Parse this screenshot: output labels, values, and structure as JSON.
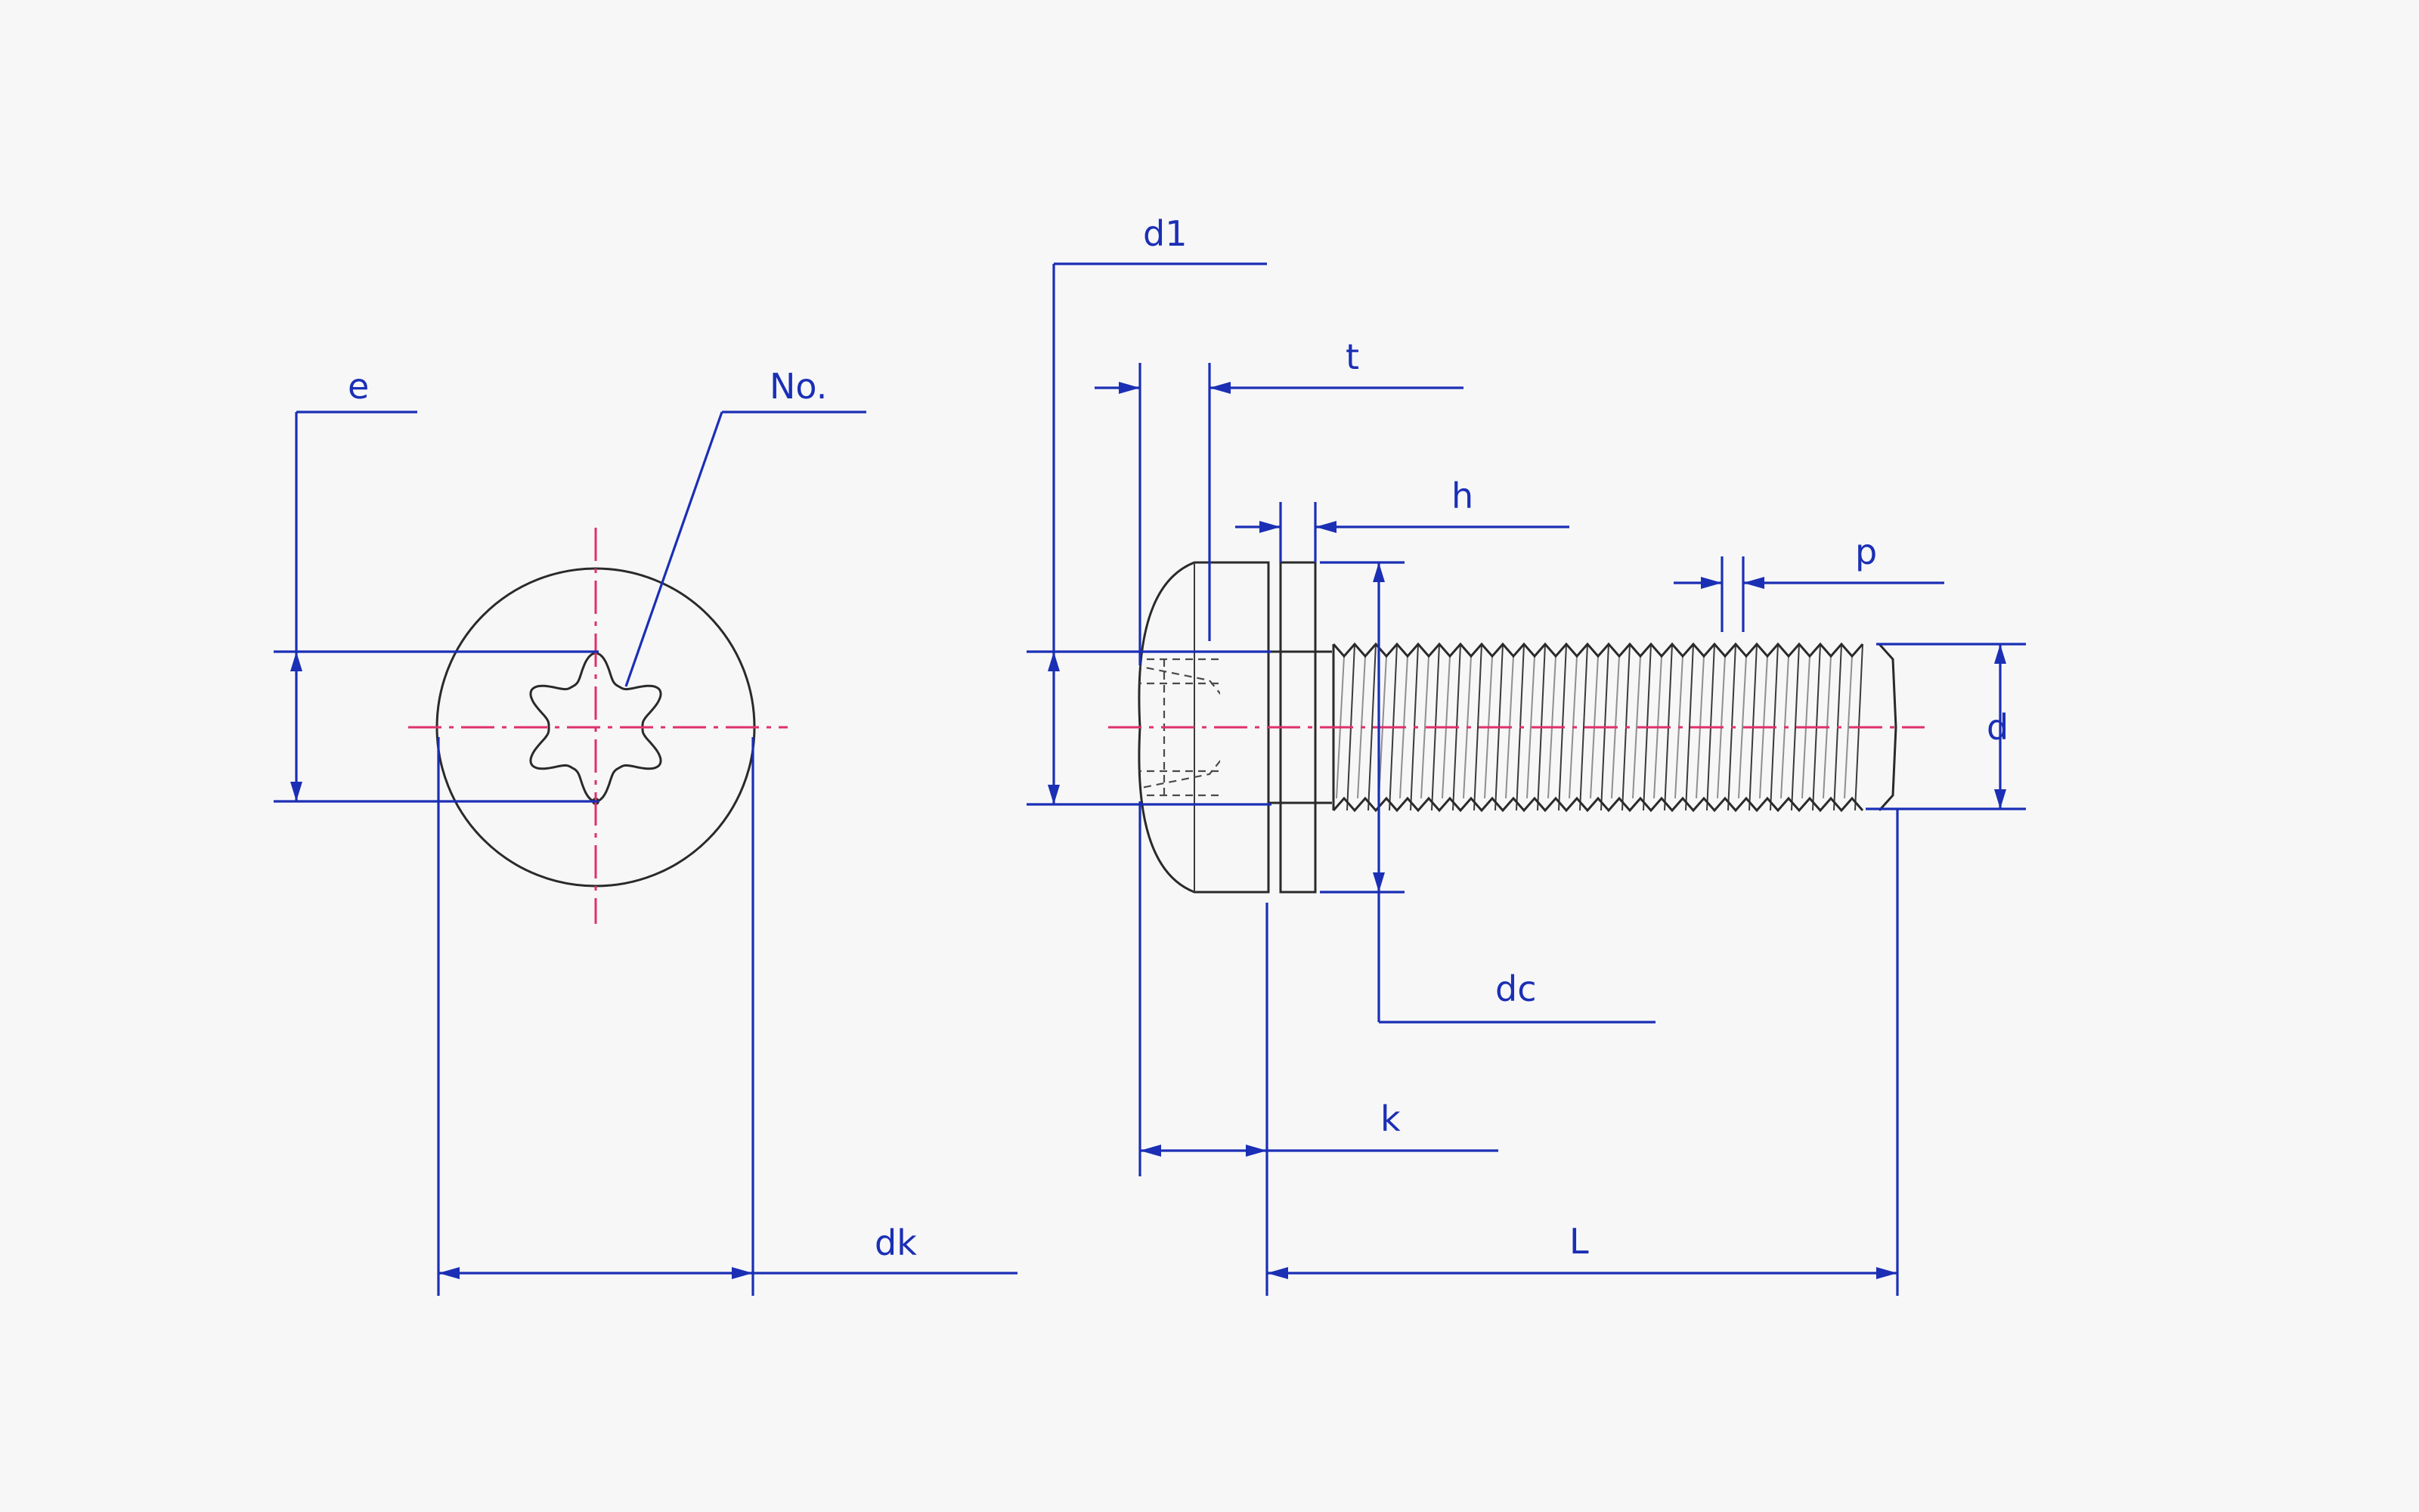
{
  "labels": {
    "e": "e",
    "no": "No.",
    "dk": "dk",
    "d1": "d1",
    "t": "t",
    "h": "h",
    "p": "p",
    "d": "d",
    "dc": "dc",
    "k": "k",
    "L": "L"
  },
  "colors": {
    "dimension": "#1b2fb5",
    "centerline": "#e0306d",
    "part_outline": "#2a2a2a",
    "background": "#f7f7f8"
  }
}
